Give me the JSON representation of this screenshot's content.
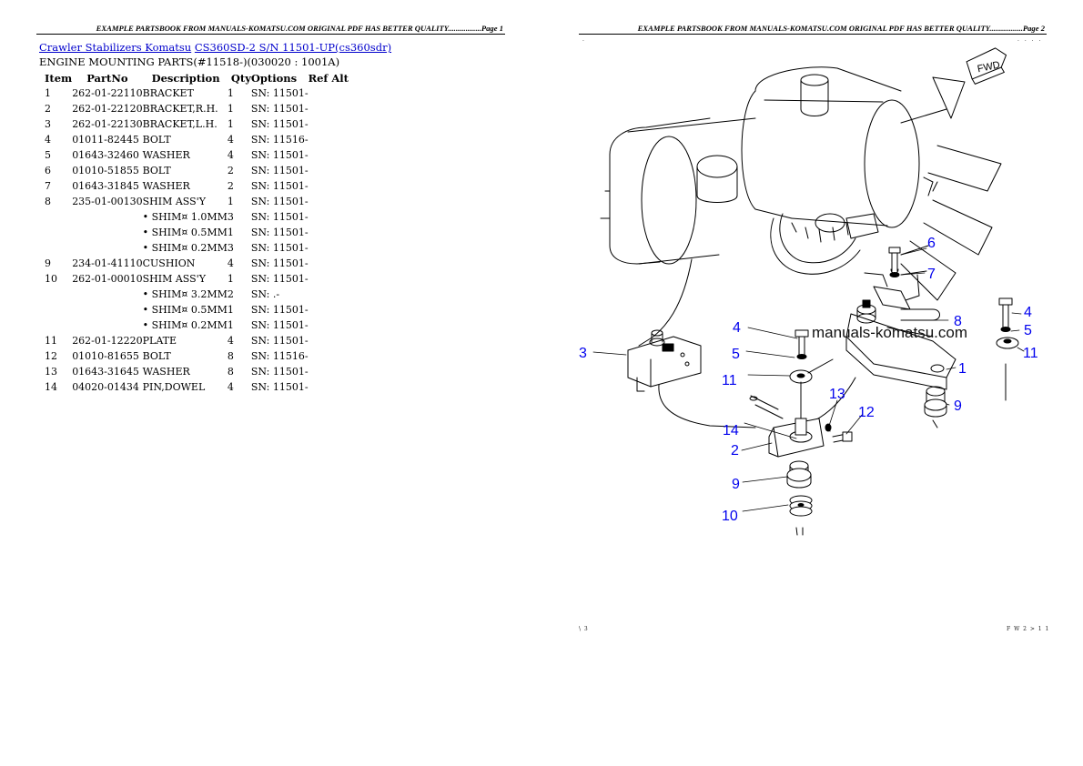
{
  "left_page": {
    "header": "EXAMPLE PARTSBOOK FROM MANUALS-KOMATSU.COM ORIGINAL PDF HAS BETTER QUALITY.................Page 1",
    "breadcrumb": {
      "link1": "Crawler Stabilizers Komatsu",
      "link2": "CS360SD-2 S/N 11501-UP(cs360sdr)"
    },
    "section_title": "ENGINE MOUNTING PARTS(#11518-)(030020 : 1001A)",
    "columns": [
      "Item",
      "PartNo",
      "Description",
      "Qty",
      "Options",
      "Ref Alt"
    ],
    "rows": [
      {
        "item": "1",
        "part": "262-01-22110",
        "desc": "BRACKET",
        "qty": "1",
        "opt": "SN: 11501-",
        "ref": ""
      },
      {
        "item": "2",
        "part": "262-01-22120",
        "desc": "BRACKET,R.H.",
        "qty": "1",
        "opt": "SN: 11501-",
        "ref": ""
      },
      {
        "item": "3",
        "part": "262-01-22130",
        "desc": "BRACKET,L.H.",
        "qty": "1",
        "opt": "SN: 11501-",
        "ref": ""
      },
      {
        "item": "4",
        "part": "01011-82445",
        "desc": "BOLT",
        "qty": "4",
        "opt": "SN: 11516-",
        "ref": ""
      },
      {
        "item": "5",
        "part": "01643-32460",
        "desc": "WASHER",
        "qty": "4",
        "opt": "SN: 11501-",
        "ref": ""
      },
      {
        "item": "6",
        "part": "01010-51855",
        "desc": "BOLT",
        "qty": "2",
        "opt": "SN: 11501-",
        "ref": ""
      },
      {
        "item": "7",
        "part": "01643-31845",
        "desc": "WASHER",
        "qty": "2",
        "opt": "SN: 11501-",
        "ref": ""
      },
      {
        "item": "8",
        "part": "235-01-00130",
        "desc": "SHIM ASS'Y",
        "qty": "1",
        "opt": "SN: 11501-",
        "ref": ""
      },
      {
        "item": "",
        "part": "",
        "desc": "• SHIM¤ 1.0MM",
        "qty": "3",
        "opt": "SN: 11501-",
        "ref": ""
      },
      {
        "item": "",
        "part": "",
        "desc": "• SHIM¤ 0.5MM",
        "qty": "1",
        "opt": "SN: 11501-",
        "ref": ""
      },
      {
        "item": "",
        "part": "",
        "desc": "• SHIM¤ 0.2MM",
        "qty": "3",
        "opt": "SN: 11501-",
        "ref": ""
      },
      {
        "item": "9",
        "part": "234-01-41110",
        "desc": "CUSHION",
        "qty": "4",
        "opt": "SN: 11501-",
        "ref": ""
      },
      {
        "item": "10",
        "part": "262-01-00010",
        "desc": "SHIM ASS'Y",
        "qty": "1",
        "opt": "SN: 11501-",
        "ref": ""
      },
      {
        "item": "",
        "part": "",
        "desc": "• SHIM¤ 3.2MM",
        "qty": "2",
        "opt": "SN: .-",
        "ref": ""
      },
      {
        "item": "",
        "part": "",
        "desc": "• SHIM¤ 0.5MM",
        "qty": "1",
        "opt": "SN: 11501-",
        "ref": ""
      },
      {
        "item": "",
        "part": "",
        "desc": "• SHIM¤ 0.2MM",
        "qty": "1",
        "opt": "SN: 11501-",
        "ref": ""
      },
      {
        "item": "11",
        "part": "262-01-12220",
        "desc": "PLATE",
        "qty": "4",
        "opt": "SN: 11501-",
        "ref": ""
      },
      {
        "item": "12",
        "part": "01010-81655",
        "desc": "BOLT",
        "qty": "8",
        "opt": "SN: 11516-",
        "ref": ""
      },
      {
        "item": "13",
        "part": "01643-31645",
        "desc": "WASHER",
        "qty": "8",
        "opt": "SN: 11501-",
        "ref": ""
      },
      {
        "item": "14",
        "part": "04020-01434",
        "desc": "PIN,DOWEL",
        "qty": "4",
        "opt": "SN: 11501-",
        "ref": ""
      }
    ]
  },
  "right_page": {
    "header": "EXAMPLE PARTSBOOK FROM MANUALS-KOMATSU.COM ORIGINAL PDF HAS BETTER QUALITY.................Page 2",
    "watermark": "manuals-komatsu.com",
    "fwd_label": "FWD",
    "callouts": {
      "c1": "1",
      "c2": "2",
      "c3": "3",
      "c4a": "4",
      "c4b": "4",
      "c5a": "5",
      "c5b": "5",
      "c6": "6",
      "c7": "7",
      "c8": "8",
      "c9a": "9",
      "c9b": "9",
      "c10": "10",
      "c11a": "11",
      "c11b": "11",
      "c12": "12",
      "c13": "13",
      "c14": "14"
    },
    "footer_left": "\\ 3",
    "footer_right": "F W 2 > 1 1"
  },
  "colors": {
    "link": "#0000cc",
    "callout": "#0000ee"
  }
}
